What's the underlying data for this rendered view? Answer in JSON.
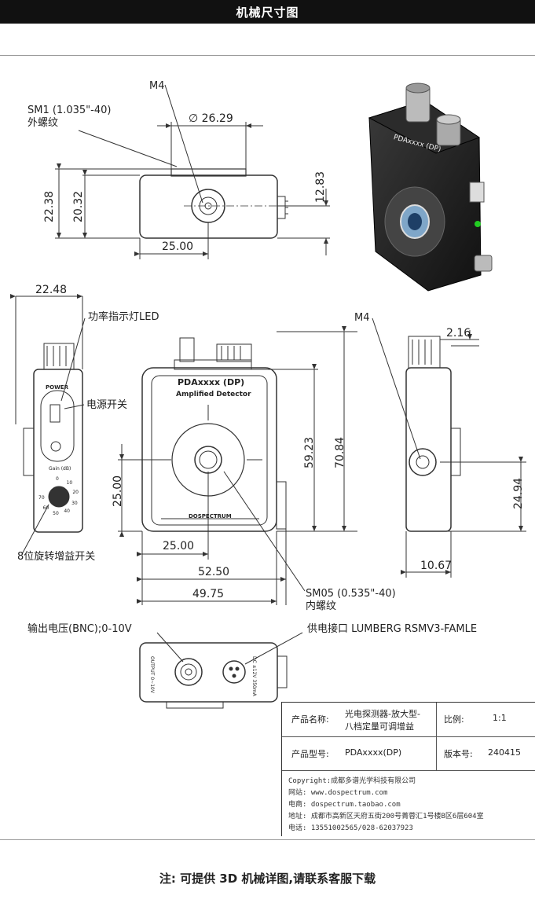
{
  "header": {
    "title": "机械尺寸图"
  },
  "labels": {
    "m4_top": "M4",
    "sm1_line1": "SM1 (1.035\"-40)",
    "sm1_line2": "外螺纹",
    "led": "功率指示灯LED",
    "power_switch": "电源开关",
    "gain_switch": "8位旋转增益开关",
    "m4_side": "M4",
    "sm05_line1": "SM05 (0.535\"-40)",
    "sm05_line2": "内螺纹",
    "output": "输出电压(BNC);0-10V",
    "power_connector": "供电接口 LUMBERG RSMV3-FAMLE"
  },
  "dims": {
    "dia": "∅ 26.29",
    "h1": "22.38",
    "h2": "20.32",
    "h3": "12.83",
    "w_top": "25.00",
    "w_side": "22.48",
    "h_front1": "59.23",
    "h_front2": "70.84",
    "h_front3": "25.00",
    "w_front1": "25.00",
    "w_front2": "52.50",
    "w_front3": "49.75",
    "side_d1": "2.16",
    "side_d2": "24.94",
    "side_d3": "10.67"
  },
  "device": {
    "brand_top": "PDAxxxx (DP)",
    "front_model": "PDAxxxx (DP)",
    "front_sub": "Amplified Detector",
    "front_logo": "DOSPECTRUM",
    "power_text": "POWER",
    "gain_text": "Gain (dB)",
    "gain_vals": [
      "0",
      "10",
      "20",
      "30",
      "40",
      "50",
      "60",
      "70"
    ],
    "bottom_output": "OUTPUT 0~10V",
    "bottom_dc": "DC ±12V 350mA"
  },
  "title_block": {
    "name_label": "产品名称:",
    "name_value_1": "光电探测器-放大型-",
    "name_value_2": "八档定量可调增益",
    "scale_label": "比例:",
    "scale_value": "1:1",
    "model_label": "产品型号:",
    "model_value": "PDAxxxx(DP)",
    "version_label": "版本号:",
    "version_value": "240415",
    "copyright": "Copyright:成都多谱光学科技有限公司",
    "website": "网站: www.dospectrum.com",
    "shop": "电商: dospectrum.taobao.com",
    "address": "地址: 成都市高新区天府五街200号菁蓉汇1号楼B区6层604室",
    "phone": "电话: 13551002565/028-62037923"
  },
  "footer": {
    "note": "注:  可提供 3D 机械详图,请联系客服下载"
  }
}
